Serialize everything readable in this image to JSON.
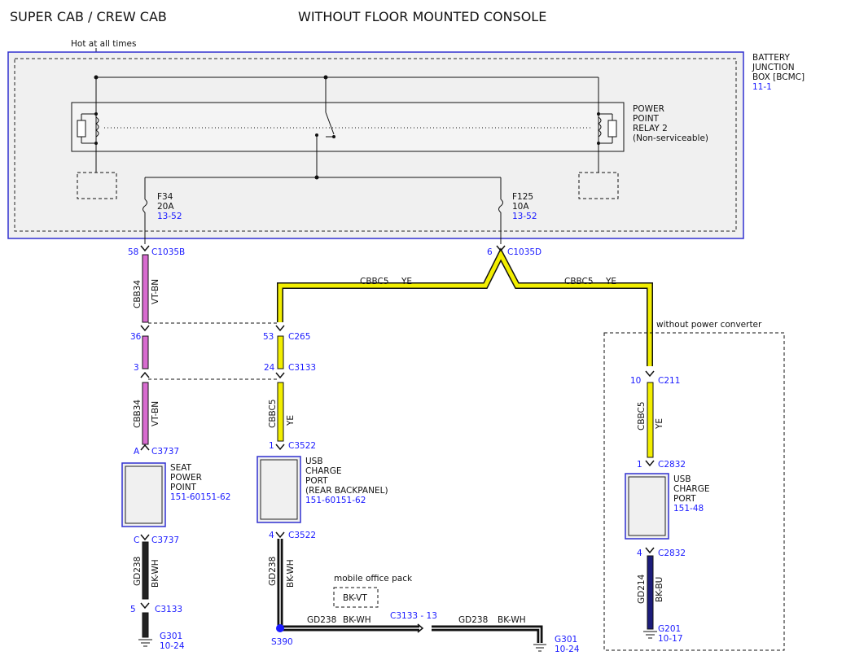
{
  "header": {
    "left_title": "SUPER CAB / CREW CAB",
    "center_title": "WITHOUT FLOOR MOUNTED CONSOLE"
  },
  "hot_label": "Hot at all times",
  "bjb": {
    "name_lines": [
      "BATTERY",
      "JUNCTION",
      "BOX [BCMC]"
    ],
    "ref": "11-1"
  },
  "relay": {
    "name_lines": [
      "POWER",
      "POINT",
      "RELAY 2",
      "(Non-serviceable)"
    ]
  },
  "fuses": [
    {
      "id": "F34",
      "rating": "20A",
      "ref": "13-52"
    },
    {
      "id": "F125",
      "rating": "10A",
      "ref": "13-52"
    }
  ],
  "connectors": {
    "c1035b": {
      "pin": "58",
      "name": "C1035B"
    },
    "c1035d": {
      "pin": "6",
      "name": "C1035D"
    },
    "c265": {
      "pin": "53",
      "name": "C265"
    },
    "c36": {
      "pin": "36"
    },
    "c3133_top": {
      "pin": "24",
      "name": "C3133"
    },
    "c3_left": {
      "pin": "3"
    },
    "c3737a": {
      "pin": "A",
      "name": "C3737"
    },
    "c3522_1": {
      "pin": "1",
      "name": "C3522"
    },
    "c3737c": {
      "pin": "C",
      "name": "C3737"
    },
    "c3522_4": {
      "pin": "4",
      "name": "C3522"
    },
    "c3133_5": {
      "pin": "5",
      "name": "C3133"
    },
    "c211": {
      "pin": "10",
      "name": "C211"
    },
    "c2832_1": {
      "pin": "1",
      "name": "C2832"
    },
    "c2832_4": {
      "pin": "4",
      "name": "C2832"
    },
    "c3133_13": {
      "name": "C3133 - 13"
    }
  },
  "wires": {
    "cbb34_upper": {
      "circuit": "CBB34",
      "color": "VT-BN"
    },
    "cbb34_lower": {
      "circuit": "CBB34",
      "color": "VT-BN"
    },
    "cbbc5_left_h": {
      "circuit": "CBBC5",
      "color": "YE"
    },
    "cbbc5_right_h": {
      "circuit": "CBBC5",
      "color": "YE"
    },
    "cbbc5_mid_v": {
      "circuit": "CBBC5",
      "color": "YE"
    },
    "cbbc5_right_v": {
      "circuit": "CBBC5",
      "color": "YE"
    },
    "gd238_left": {
      "circuit": "GD238",
      "color": "BK-WH"
    },
    "gd238_mid": {
      "circuit": "GD238",
      "color": "BK-WH"
    },
    "gd238_h1": {
      "circuit": "GD238",
      "color": "BK-WH"
    },
    "gd238_h2": {
      "circuit": "GD238",
      "color": "BK-WH"
    },
    "gd214": {
      "circuit": "GD214",
      "color": "BK-BU"
    }
  },
  "components": {
    "seat_power_point": {
      "lines": [
        "SEAT",
        "POWER",
        "POINT"
      ],
      "ref": "151-60151-62"
    },
    "usb_rear": {
      "lines": [
        "USB",
        "CHARGE",
        "PORT",
        "(REAR BACKPANEL)"
      ],
      "ref": "151-60151-62"
    },
    "usb_right": {
      "lines": [
        "USB",
        "CHARGE",
        "PORT"
      ],
      "ref": "151-48"
    }
  },
  "without_power_converter": "without power converter",
  "mobile_office_pack": {
    "label": "mobile office pack",
    "wire_color": "BK-VT"
  },
  "splice": {
    "name": "S390"
  },
  "grounds": [
    {
      "name": "G301",
      "ref": "10-24"
    },
    {
      "name": "G301",
      "ref": "10-24"
    },
    {
      "name": "G201",
      "ref": "10-17"
    }
  ],
  "colors": {
    "violet_brown": "#d86cd0",
    "yellow": "#f2ee00",
    "black": "#111111",
    "blue_wire": "#1c1c7a",
    "label_blue": "#1a1aff",
    "box_border": "#3030d0"
  }
}
